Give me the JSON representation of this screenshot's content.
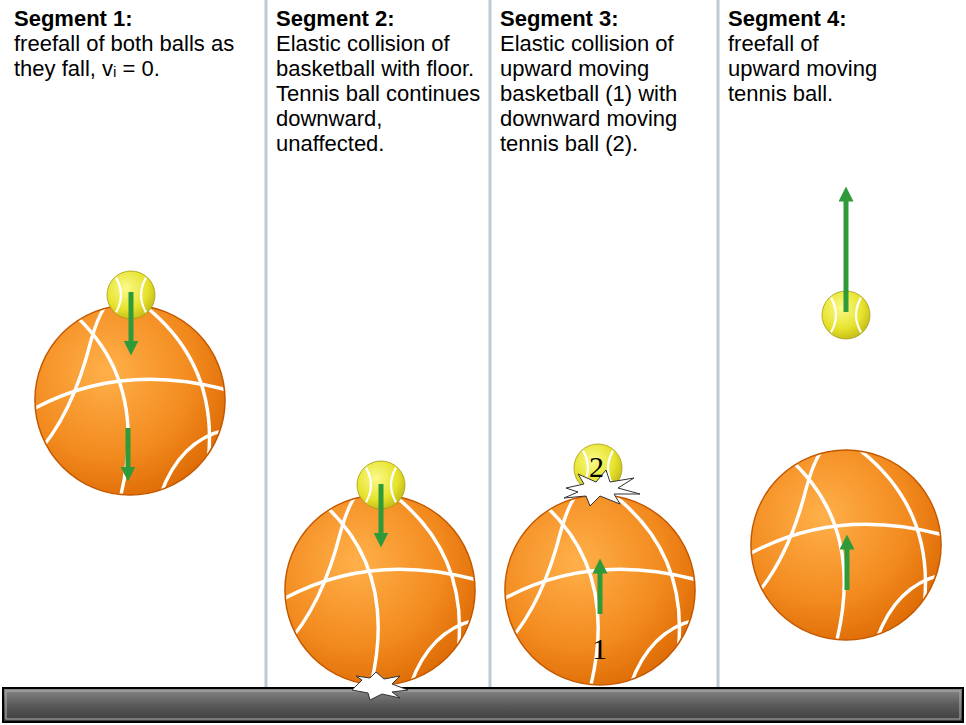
{
  "diagram": {
    "nodes": [
      {
        "text": [
          "Segment 1:",
          "freefall of both balls as they fall, vᵢ = 0."
        ]
      },
      {
        "text": [
          "Segment 2:",
          "Elastic collision of basketball with floor. Tennis ball continues downward, unaffected."
        ]
      },
      {
        "text": [
          "Segment 3:",
          "Elastic collision of upward moving basketball (1) with downward moving tennis ball (2)."
        ]
      },
      {
        "text": [
          "Segment 4:",
          "freefall of upward moving tennis ball."
        ]
      }
    ],
    "labels": [
      "2",
      "1"
    ]
  }
}
